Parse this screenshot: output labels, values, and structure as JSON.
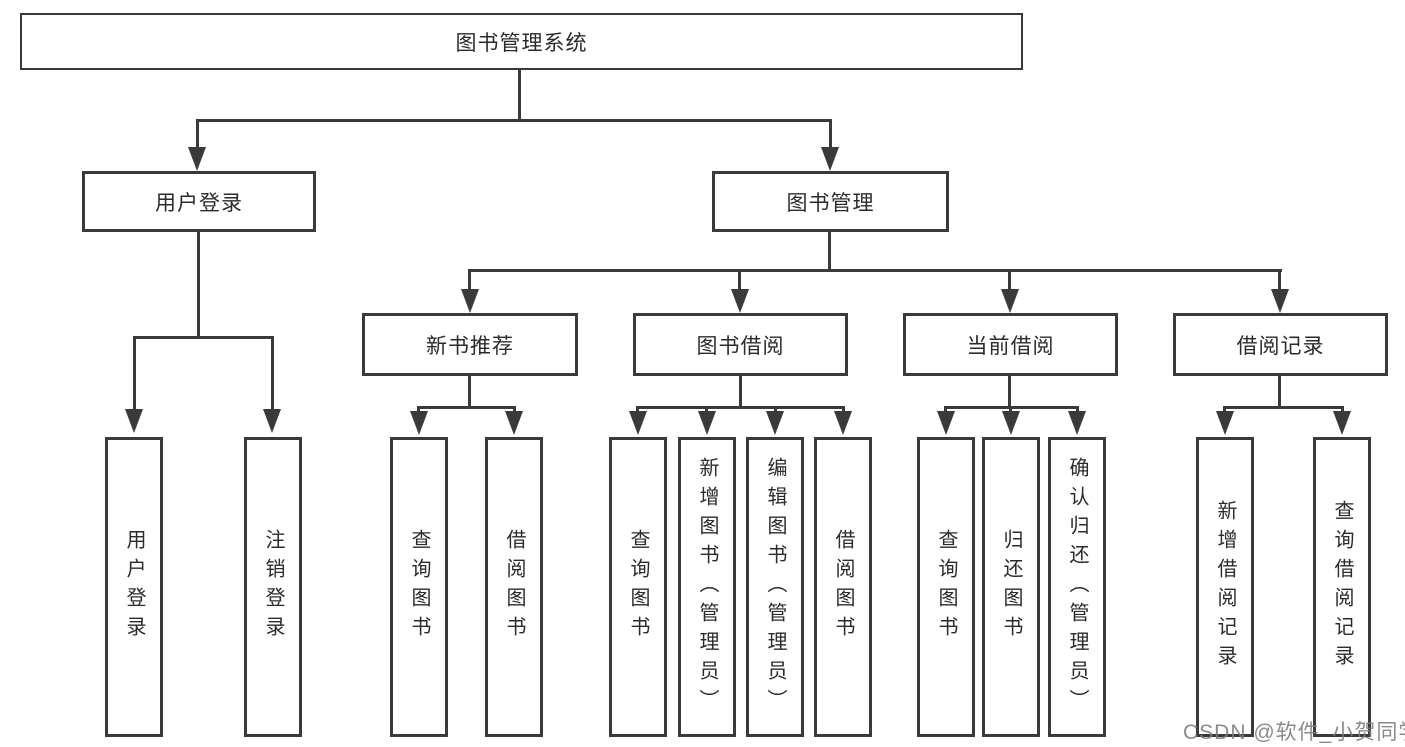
{
  "diagram_title": "图书管理系统",
  "tree": {
    "root": "图书管理系统",
    "branches": [
      {
        "label": "用户登录",
        "children": [
          "用户登录",
          "注销登录"
        ]
      },
      {
        "label": "图书管理",
        "children": [
          {
            "label": "新书推荐",
            "children": [
              "查询图书",
              "借阅图书"
            ]
          },
          {
            "label": "图书借阅",
            "children": [
              "查询图书",
              "新增图书（管理员）",
              "编辑图书（管理员）",
              "借阅图书"
            ]
          },
          {
            "label": "当前借阅",
            "children": [
              "查询图书",
              "归还图书",
              "确认归还（管理员）"
            ]
          },
          {
            "label": "借阅记录",
            "children": [
              "新增借阅记录",
              "查询借阅记录"
            ]
          }
        ]
      }
    ]
  },
  "watermark": "CSDN @软件_小贺同学",
  "colors": {
    "line": "#3a3a3a",
    "text": "#2b2b2b",
    "background": "#ffffff",
    "watermark": "#7d7d7d"
  }
}
